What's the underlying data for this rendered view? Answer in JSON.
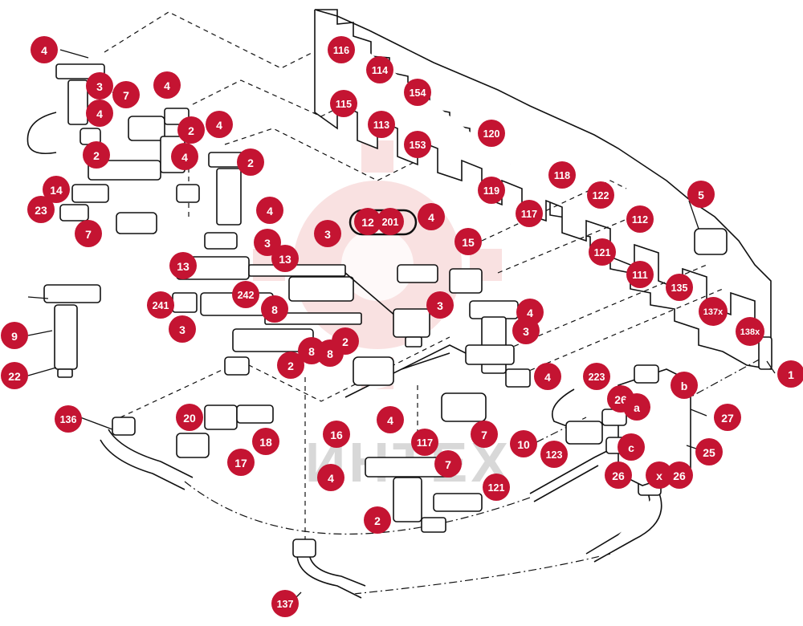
{
  "watermark": {
    "text": "ИНТЕХ"
  },
  "colors": {
    "badge": "#c41432",
    "badge_text": "#ffffff",
    "line": "#111111",
    "watermark": "#f4c9c9"
  },
  "callouts": [
    {
      "label": "4"
    },
    {
      "label": "3"
    },
    {
      "label": "4"
    },
    {
      "label": "7"
    },
    {
      "label": "4"
    },
    {
      "label": "2"
    },
    {
      "label": "2"
    },
    {
      "label": "4"
    },
    {
      "label": "4"
    },
    {
      "label": "2"
    },
    {
      "label": "14"
    },
    {
      "label": "23"
    },
    {
      "label": "7"
    },
    {
      "label": "4"
    },
    {
      "label": "116"
    },
    {
      "label": "114"
    },
    {
      "label": "115"
    },
    {
      "label": "154"
    },
    {
      "label": "113"
    },
    {
      "label": "153"
    },
    {
      "label": "120"
    },
    {
      "label": "118"
    },
    {
      "label": "119"
    },
    {
      "label": "117"
    },
    {
      "label": "122"
    },
    {
      "label": "112"
    },
    {
      "label": "5"
    },
    {
      "label": "121"
    },
    {
      "label": "111"
    },
    {
      "label": "135"
    },
    {
      "label": "137x"
    },
    {
      "label": "138x"
    },
    {
      "label": "1"
    },
    {
      "label": "12"
    },
    {
      "label": "201"
    },
    {
      "label": "4"
    },
    {
      "label": "15"
    },
    {
      "label": "3"
    },
    {
      "label": "3"
    },
    {
      "label": "13"
    },
    {
      "label": "13"
    },
    {
      "label": "242"
    },
    {
      "label": "241"
    },
    {
      "label": "3"
    },
    {
      "label": "8"
    },
    {
      "label": "8"
    },
    {
      "label": "9"
    },
    {
      "label": "22"
    },
    {
      "label": "3"
    },
    {
      "label": "4"
    },
    {
      "label": "3"
    },
    {
      "label": "2"
    },
    {
      "label": "8"
    },
    {
      "label": "2"
    },
    {
      "label": "7"
    },
    {
      "label": "4"
    },
    {
      "label": "223"
    },
    {
      "label": "b"
    },
    {
      "label": "26"
    },
    {
      "label": "a"
    },
    {
      "label": "27"
    },
    {
      "label": "136"
    },
    {
      "label": "20"
    },
    {
      "label": "18"
    },
    {
      "label": "17"
    },
    {
      "label": "16"
    },
    {
      "label": "4"
    },
    {
      "label": "117"
    },
    {
      "label": "7"
    },
    {
      "label": "10"
    },
    {
      "label": "123"
    },
    {
      "label": "c"
    },
    {
      "label": "25"
    },
    {
      "label": "26"
    },
    {
      "label": "x"
    },
    {
      "label": "26"
    },
    {
      "label": "4"
    },
    {
      "label": "2"
    },
    {
      "label": "121"
    },
    {
      "label": "137"
    }
  ]
}
